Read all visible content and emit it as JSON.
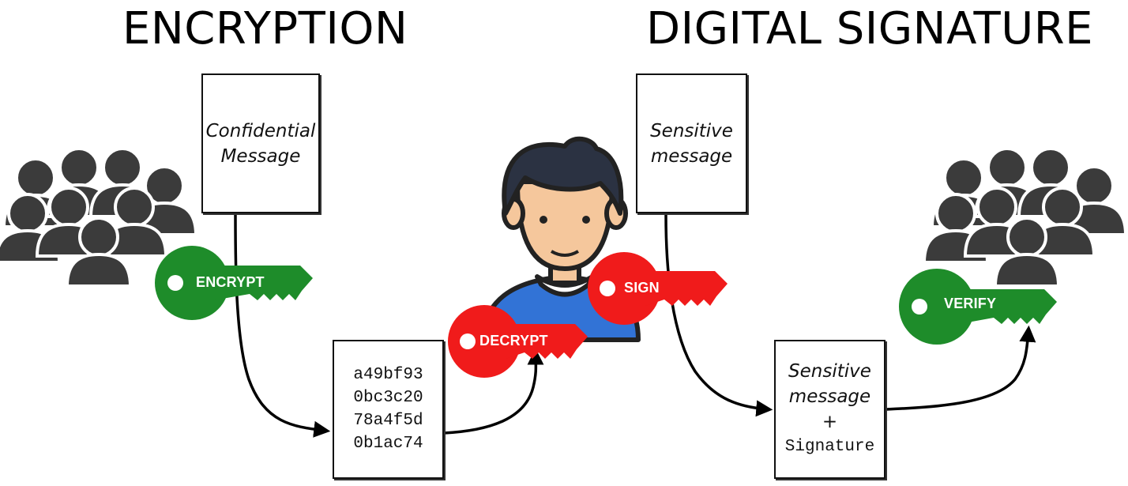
{
  "titles": {
    "encryption": "ENCRYPTION",
    "signature": "DIGITAL SIGNATURE"
  },
  "documents": {
    "confidential": {
      "line1": "Confidential",
      "line2": "Message"
    },
    "ciphertext": {
      "lines": [
        "a49bf93",
        "0bc3c20",
        "78a4f5d",
        "0b1ac74"
      ]
    },
    "sensitive": {
      "line1": "Sensitive",
      "line2": "message"
    },
    "signed": {
      "line1": "Sensitive",
      "line2": "message",
      "plus": "+",
      "signature": "Signature"
    }
  },
  "keys": {
    "encrypt": {
      "label": "ENCRYPT",
      "color": "#1e8c2a"
    },
    "decrypt": {
      "label": "DECRYPT",
      "color": "#f01b1b"
    },
    "sign": {
      "label": "SIGN",
      "color": "#f01b1b"
    },
    "verify": {
      "label": "VERIFY",
      "color": "#1e8c2a"
    }
  },
  "icons": {
    "left_group": "group-of-people-icon",
    "right_group": "group-of-people-icon",
    "person": "person-avatar-icon"
  }
}
